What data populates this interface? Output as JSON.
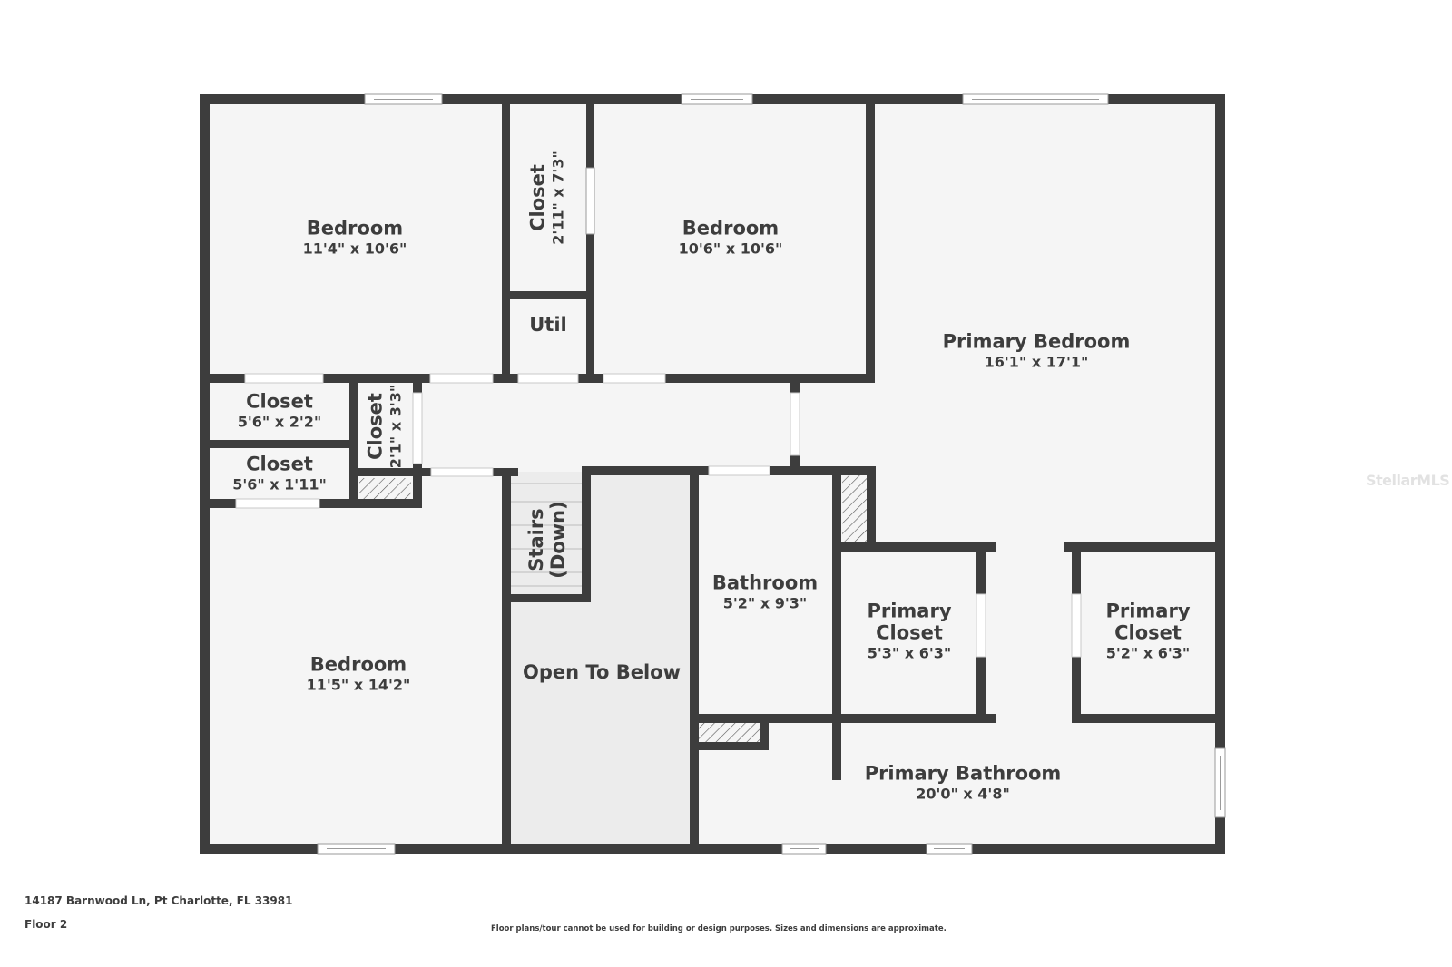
{
  "address": "14187 Barnwood Ln, Pt Charlotte, FL 33981",
  "floor": "Floor 2",
  "disclaimer": "Floor plans/tour cannot be used for building or design purposes. Sizes and dimensions are approximate.",
  "watermark": "StellarMLS",
  "colors": {
    "wall": "#3d3d3d",
    "floor": "#f5f5f5",
    "open_to_below": "#ececec",
    "window": "#ffffff",
    "text": "#3d3d3d"
  },
  "rooms": {
    "bedroom_nw": {
      "name": "Bedroom",
      "dim": "11'4\" x 10'6\""
    },
    "closet_n": {
      "name": "Closet",
      "dim": "2'11\" x 7'3\""
    },
    "util": {
      "name": "Util"
    },
    "bedroom_n": {
      "name": "Bedroom",
      "dim": "10'6\" x 10'6\""
    },
    "primary_bedroom": {
      "name": "Primary Bedroom",
      "dim": "16'1\" x 17'1\""
    },
    "closet_w1": {
      "name": "Closet",
      "dim": "5'6\" x 2'2\""
    },
    "closet_w2": {
      "name": "Closet",
      "dim": "5'6\" x 1'11\""
    },
    "closet_small": {
      "name": "Closet",
      "dim": "2'1\" x 3'3\""
    },
    "stairs": {
      "name": "Stairs",
      "dim": "(Down)"
    },
    "bedroom_sw": {
      "name": "Bedroom",
      "dim": "11'5\" x 14'2\""
    },
    "open_to_below": {
      "name": "Open To Below"
    },
    "bathroom": {
      "name": "Bathroom",
      "dim": "5'2\" x 9'3\""
    },
    "primary_closet_1": {
      "name": "Primary",
      "name2": "Closet",
      "dim": "5'3\" x 6'3\""
    },
    "primary_closet_2": {
      "name": "Primary",
      "name2": "Closet",
      "dim": "5'2\" x 6'3\""
    },
    "primary_bathroom": {
      "name": "Primary Bathroom",
      "dim": "20'0\" x 4'8\""
    }
  }
}
